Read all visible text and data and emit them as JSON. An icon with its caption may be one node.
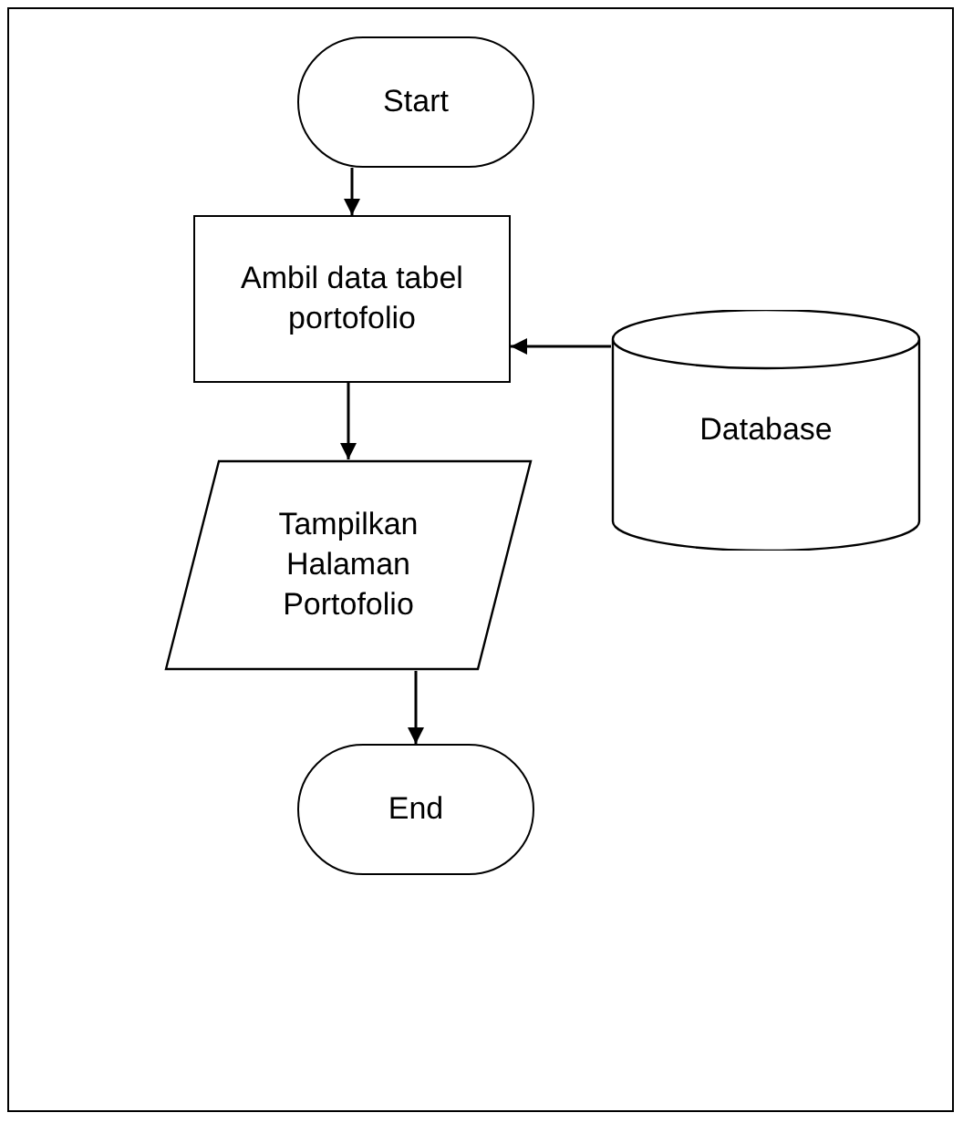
{
  "diagram": {
    "nodes": [
      {
        "text": [
          "Start"
        ]
      },
      {
        "text": [
          "Ambil data tabel portofolio"
        ]
      },
      {
        "text": [
          "Database"
        ]
      },
      {
        "text": [
          "Tampilkan Halaman Portofolio"
        ]
      },
      {
        "text": [
          "End"
        ]
      }
    ],
    "edges": [
      {
        "from": 0,
        "to": 1,
        "arrow": "to"
      },
      {
        "from": 2,
        "to": 1,
        "arrow": "to"
      },
      {
        "from": 1,
        "to": 3,
        "arrow": "to"
      },
      {
        "from": 3,
        "to": 4,
        "arrow": "to"
      }
    ]
  }
}
